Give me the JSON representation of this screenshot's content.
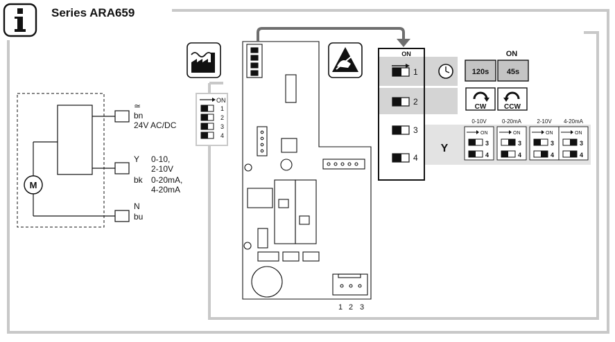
{
  "header": {
    "title": "Series ARA659",
    "info_icon": "info-icon"
  },
  "icons": {
    "factory": "factory-settings-icon",
    "esd": "esd-warning-icon",
    "clock": "clock-icon",
    "cw": "rotate-cw-icon",
    "ccw": "rotate-ccw-icon",
    "motor": "M"
  },
  "wiring": {
    "ac_symbol": "≃",
    "bn": "bn",
    "supply": "24V AC/DC",
    "y": "Y",
    "bk": "bk",
    "y_range1": "0-10,",
    "y_range2": "2-10V",
    "y_range3": "0-20mA,",
    "y_range4": "4-20mA",
    "n": "N",
    "bu": "bu"
  },
  "dip_small": {
    "on": "ON",
    "switches": [
      "1",
      "2",
      "3",
      "4"
    ]
  },
  "board": {
    "terminal_numbers": [
      "1",
      "2",
      "3"
    ]
  },
  "settings": {
    "on_label": "ON",
    "on_label_right": "ON",
    "switch_numbers": [
      "1",
      "2",
      "3",
      "4"
    ],
    "time_120": "120s",
    "time_45": "45s",
    "cw": "CW",
    "ccw": "CCW",
    "y_label": "Y",
    "signal_modes": [
      {
        "label": "0-10V",
        "on": "ON",
        "s3": "3",
        "s4": "4"
      },
      {
        "label": "0-20mA",
        "on": "ON",
        "s3": "3",
        "s4": "4"
      },
      {
        "label": "2-10V",
        "on": "ON",
        "s3": "3",
        "s4": "4"
      },
      {
        "label": "4-20mA",
        "on": "ON",
        "s3": "3",
        "s4": "4"
      }
    ]
  },
  "colors": {
    "frame_gray": "#c8c8c8",
    "panel_gray": "#d4d4d4",
    "button_gray": "#c4c4c4",
    "arrow_gray": "#6e6e6e"
  }
}
